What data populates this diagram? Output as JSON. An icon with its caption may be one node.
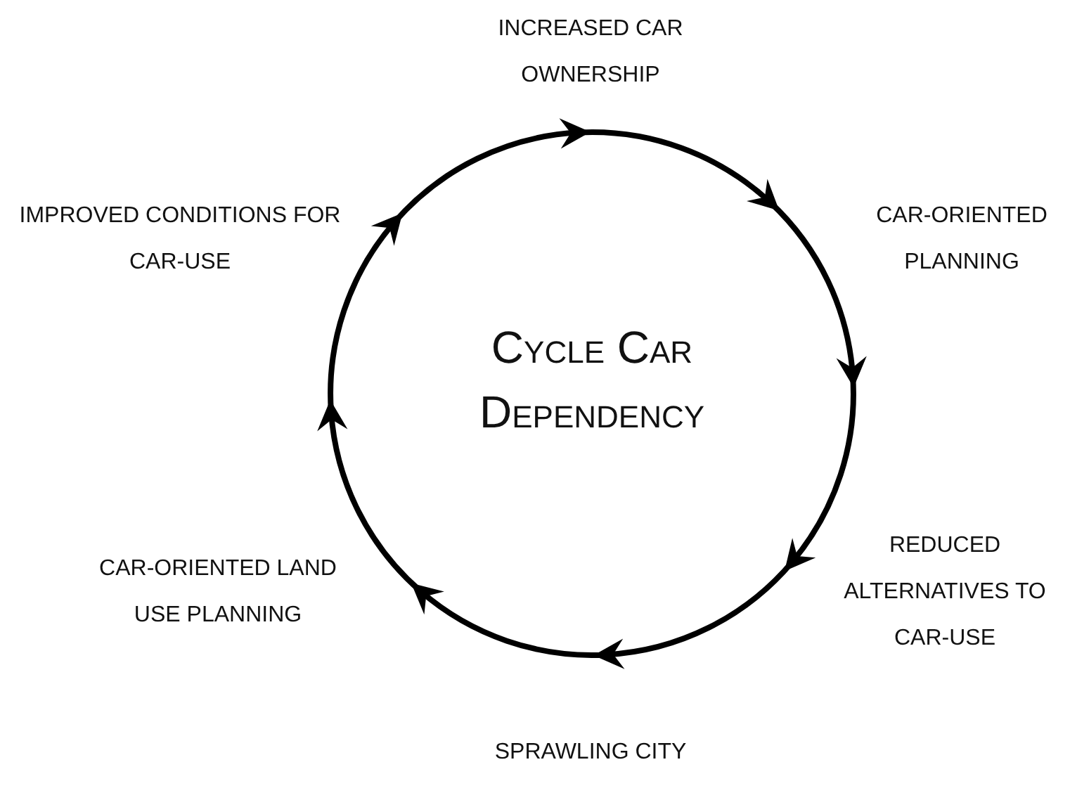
{
  "diagram": {
    "title": "Cycle Car Dependency",
    "nodes": [
      {
        "text": [
          "INCREASED CAR OWNERSHIP"
        ]
      },
      {
        "text": [
          "CAR-ORIENTED PLANNING"
        ]
      },
      {
        "text": [
          "REDUCED ALTERNATIVES TO CAR-USE"
        ]
      },
      {
        "text": [
          "SPRAWLING CITY"
        ]
      },
      {
        "text": [
          "CAR-ORIENTED LAND USE PLANNING"
        ]
      },
      {
        "text": [
          "IMPROVED CONDITIONS FOR CAR-USE"
        ]
      }
    ],
    "edges": [
      {
        "from": 0,
        "to": 1,
        "arrow": "to"
      },
      {
        "from": 1,
        "to": 2,
        "arrow": "to"
      },
      {
        "from": 2,
        "to": 3,
        "arrow": "to"
      },
      {
        "from": 3,
        "to": 4,
        "arrow": "to"
      },
      {
        "from": 4,
        "to": 5,
        "arrow": "to"
      },
      {
        "from": 5,
        "to": 0,
        "arrow": "to"
      }
    ]
  }
}
